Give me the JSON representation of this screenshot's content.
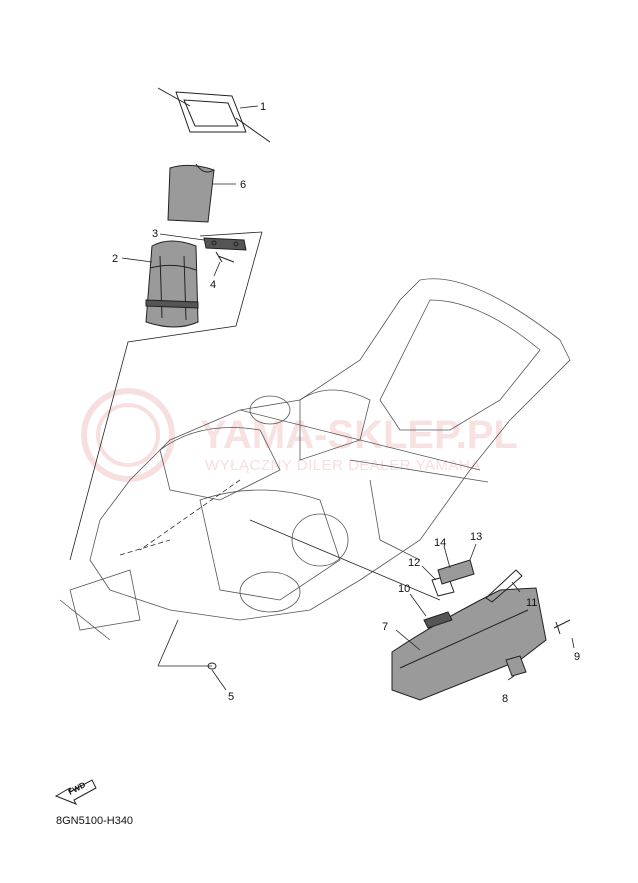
{
  "watermark": {
    "title": "YAMA-SKLEP.PL",
    "subtitle": "WYŁĄCZNY DILER DEALER YAMAHA"
  },
  "fwd_label": "FWD",
  "reference_code": "8GN5100-H340",
  "callouts": [
    "1",
    "2",
    "3",
    "4",
    "5",
    "6",
    "7",
    "8",
    "9",
    "10",
    "11",
    "12",
    "13",
    "14"
  ],
  "colors": {
    "line": "#222222",
    "watermark": "#f3c9c9",
    "part_fill": "#9a9a9a"
  }
}
